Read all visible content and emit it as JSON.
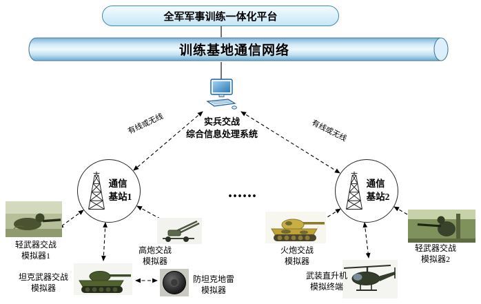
{
  "platform": {
    "label": "全军军事训练一体化平台"
  },
  "network": {
    "label": "训练基地通信网络"
  },
  "processing_system": {
    "line1": "实兵交战",
    "line2": "综合信息处理系统"
  },
  "links": {
    "left_label": "有线或无线",
    "right_label": "有线或无线",
    "ellipsis": "......"
  },
  "stations": [
    {
      "name": "通信基站1",
      "line1": "通信",
      "line2": "基站1",
      "icon": "transmission-tower-icon"
    },
    {
      "name": "通信基站2",
      "line1": "通信",
      "line2": "基站2",
      "icon": "transmission-tower-icon"
    }
  ],
  "computer_icon": "desktop-computer-icon",
  "simulators": [
    {
      "id": "light-weapon-1",
      "line1": "轻武器交战",
      "line2": "模拟器1",
      "icon": "soldier-photo"
    },
    {
      "id": "tank-weapon",
      "line1": "坦克武器交战",
      "line2": "模拟器",
      "icon": "tank-photo"
    },
    {
      "id": "aa-gun",
      "line1": "高炮交战",
      "line2": "模拟器",
      "icon": "aa-gun-photo"
    },
    {
      "id": "antitank-mine",
      "line1": "防坦克地雷",
      "line2": "模拟器",
      "icon": "mine-photo"
    },
    {
      "id": "artillery",
      "line1": "火炮交战",
      "line2": "模拟器",
      "icon": "artillery-tank-photo"
    },
    {
      "id": "helicopter",
      "line1": "武装直升机",
      "line2": "模拟终端",
      "icon": "helicopter-photo"
    },
    {
      "id": "light-weapon-2",
      "line1": "轻武器交战",
      "line2": "模拟器2",
      "icon": "soldier-photo"
    }
  ],
  "colors": {
    "box_border": "#3f88b5",
    "box_fill": "#daf0fb",
    "cylinder_fill": "#cfe9f7",
    "arrow": "#000000"
  }
}
